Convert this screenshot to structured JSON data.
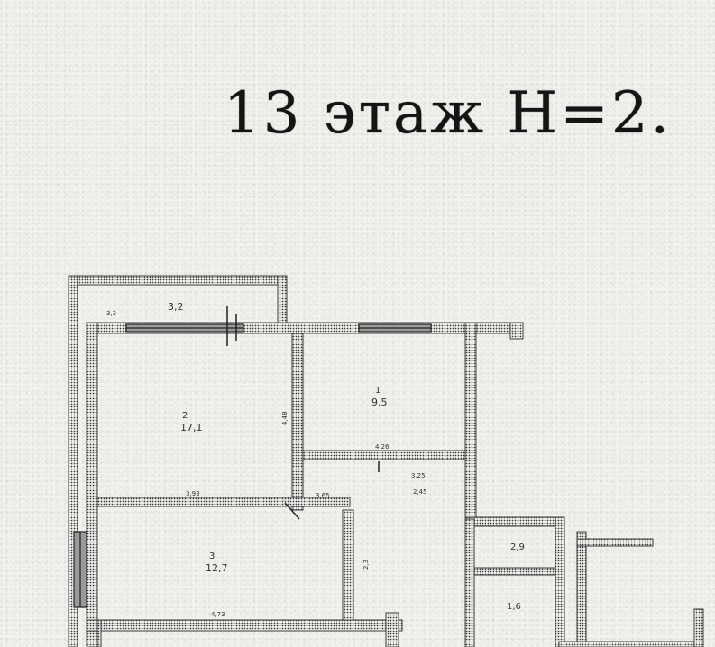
{
  "title": "13 этаж  H=2.",
  "plan": {
    "rooms": [
      {
        "id": "loggia",
        "num": "",
        "area": "3,2"
      },
      {
        "id": "bedroom-1",
        "num": "2",
        "area": "17,1"
      },
      {
        "id": "bedroom-2",
        "num": "1",
        "area": "9,5"
      },
      {
        "id": "living-room",
        "num": "3",
        "area": "12,7"
      },
      {
        "id": "bathroom",
        "num": "",
        "area": "2,9"
      },
      {
        "id": "toilet",
        "num": "",
        "area": "1,6"
      }
    ],
    "marks": [
      "3,3",
      "4,48",
      "3,93",
      "3,65",
      "4,26",
      "2,3",
      "2,45",
      "3,25",
      "4,73"
    ]
  },
  "colors": {
    "ink": "#2a2a2a",
    "paper": "#f1f1ee"
  }
}
